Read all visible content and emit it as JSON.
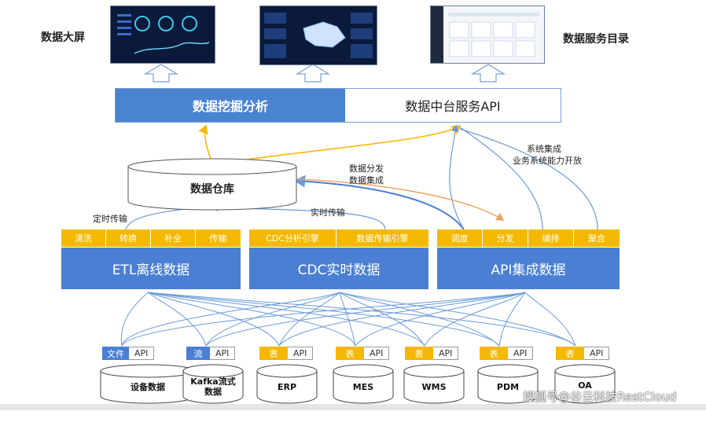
{
  "screens": {
    "left_label": "数据大屏",
    "right_label": "数据服务目录"
  },
  "top_band": {
    "left": "数据挖掘分析",
    "right": "数据中台服务API"
  },
  "warehouse": "数据仓库",
  "annotations": {
    "sys_integration": "系统集成",
    "biz_capability": "业务系统能力开放",
    "data_dispatch": "数据分发",
    "data_integration": "数据集成",
    "scheduled": "定时传输",
    "realtime": "实时传输"
  },
  "modules": [
    {
      "title": "ETL离线数据",
      "tabs": [
        "清洗",
        "转换",
        "补全",
        "传输"
      ]
    },
    {
      "title": "CDC实时数据",
      "tabs": [
        "CDC分析引擎",
        "数据传输引擎"
      ]
    },
    {
      "title": "API集成数据",
      "tabs": [
        "调度",
        "分发",
        "编排",
        "聚合"
      ]
    }
  ],
  "sources": [
    {
      "tag": "文件",
      "api": "API",
      "label": "设备数据",
      "tag_color": "#4a7fd3"
    },
    {
      "tag": "流",
      "api": "API",
      "label": "Kafka流式数据",
      "tag_color": "#4a7fd3"
    },
    {
      "tag": "表",
      "api": "API",
      "label": "ERP",
      "tag_color": "#f5b800"
    },
    {
      "tag": "表",
      "api": "API",
      "label": "MES",
      "tag_color": "#f5b800"
    },
    {
      "tag": "表",
      "api": "API",
      "label": "WMS",
      "tag_color": "#f5b800"
    },
    {
      "tag": "表",
      "api": "API",
      "label": "PDM",
      "tag_color": "#f5b800"
    },
    {
      "tag": "表",
      "api": "API",
      "label": "OA",
      "tag_color": "#f5b800"
    }
  ],
  "watermark": "搜狐号@谷云科技RestCloud",
  "colors": {
    "blue": "#4a7fd3",
    "yellow": "#f5b800",
    "orange": "#f0a05a",
    "line": "#6a9ad8"
  }
}
